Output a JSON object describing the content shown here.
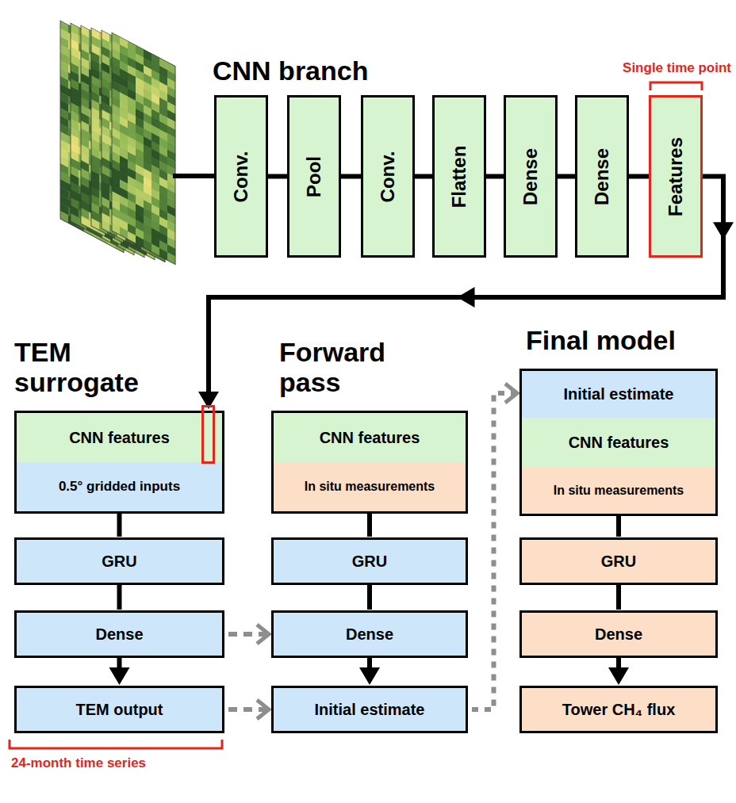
{
  "diagram": {
    "nodes": [
      {
        "text": [
          "Conv."
        ]
      },
      {
        "text": [
          "Pool"
        ]
      },
      {
        "text": [
          "Conv."
        ]
      },
      {
        "text": [
          "Flatten"
        ]
      },
      {
        "text": [
          "Dense"
        ]
      },
      {
        "text": [
          "Dense"
        ]
      },
      {
        "text": [
          "Features"
        ]
      },
      {
        "text": [
          "CNN features"
        ]
      },
      {
        "text": [
          "0.5° gridded inputs"
        ]
      },
      {
        "text": [
          "GRU"
        ]
      },
      {
        "text": [
          "Dense"
        ]
      },
      {
        "text": [
          "TEM output"
        ]
      },
      {
        "text": [
          "CNN features"
        ]
      },
      {
        "text": [
          "In situ measurements"
        ]
      },
      {
        "text": [
          "GRU"
        ]
      },
      {
        "text": [
          "Dense"
        ]
      },
      {
        "text": [
          "Initial estimate"
        ]
      },
      {
        "text": [
          "Initial estimate"
        ]
      },
      {
        "text": [
          "CNN features"
        ]
      },
      {
        "text": [
          "In situ measurements"
        ]
      },
      {
        "text": [
          "GRU"
        ]
      },
      {
        "text": [
          "Dense"
        ]
      },
      {
        "text": [
          "Tower CH₄ flux"
        ]
      }
    ],
    "edges": [
      {
        "from": 0,
        "to": 1,
        "arrow": "none"
      },
      {
        "from": 1,
        "to": 2,
        "arrow": "none"
      },
      {
        "from": 2,
        "to": 3,
        "arrow": "none"
      },
      {
        "from": 3,
        "to": 4,
        "arrow": "none"
      },
      {
        "from": 4,
        "to": 5,
        "arrow": "none"
      },
      {
        "from": 5,
        "to": 6,
        "arrow": "none"
      },
      {
        "from": 6,
        "to": 7,
        "arrow": "to"
      },
      {
        "from": 8,
        "to": 9,
        "arrow": "none"
      },
      {
        "from": 9,
        "to": 10,
        "arrow": "none"
      },
      {
        "from": 10,
        "to": 11,
        "arrow": "to"
      },
      {
        "from": 13,
        "to": 14,
        "arrow": "none"
      },
      {
        "from": 14,
        "to": 15,
        "arrow": "none"
      },
      {
        "from": 15,
        "to": 16,
        "arrow": "to"
      },
      {
        "from": 19,
        "to": 20,
        "arrow": "none"
      },
      {
        "from": 20,
        "to": 21,
        "arrow": "none"
      },
      {
        "from": 21,
        "to": 22,
        "arrow": "to"
      },
      {
        "from": 10,
        "to": 15,
        "arrow": "to"
      },
      {
        "from": 11,
        "to": 16,
        "arrow": "to"
      },
      {
        "from": 16,
        "to": 17,
        "arrow": "to"
      }
    ],
    "labels": [
      "CNN branch",
      "Single time point",
      "TEM surrogate",
      "Forward pass",
      "Final model",
      "24-month time series"
    ]
  }
}
